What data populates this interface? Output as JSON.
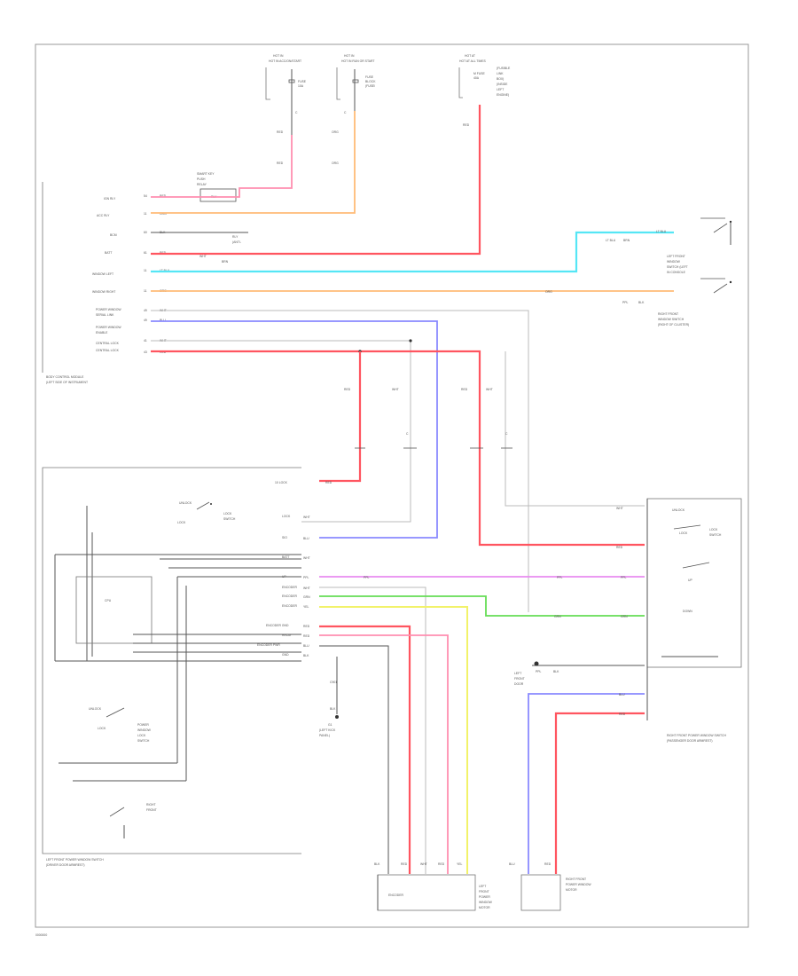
{
  "diagram": {
    "colors": {
      "red": "#ff5560",
      "pink": "#ff8fb0",
      "orange": "#ffbb77",
      "cyan": "#55e6f5",
      "blue": "#8a8aff",
      "magenta": "#e88cf0",
      "green": "#66dd55",
      "yellow": "#f2f26a"
    },
    "fuses": {
      "left": "HOT IN ACC/ON/START",
      "middle": "HOT IN RUN OR START",
      "right": "HOT AT ALL TIMES"
    },
    "modules": {
      "body_control": "BODY CONTROL MODULE",
      "left_window": "LEFT FRONT POWER WINDOW SWITCH",
      "right_window": "RIGHT FRONT POWER WINDOW SWITCH",
      "encoder": "ENCODER",
      "left_motor": "LEFT FRONT POWER WINDOW MOTOR",
      "right_motor": "RIGHT FRONT POWER WINDOW MOTOR"
    },
    "footer_code": "0000000"
  }
}
